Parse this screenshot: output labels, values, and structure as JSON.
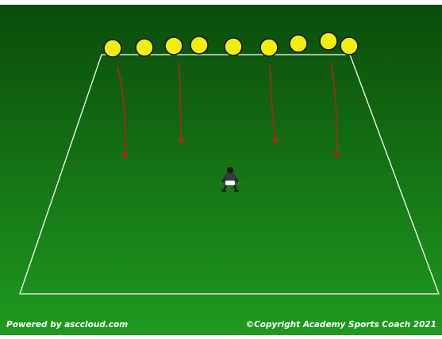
{
  "diagram": {
    "background_color_light": "#1f9a1f",
    "background_color_dark": "#0a4c0a",
    "pitch_line_color": "#ffffff",
    "ball_color": "#f2ee0c",
    "arrow_color": "#b0241a",
    "balls": [
      {
        "name": "ball-1"
      },
      {
        "name": "ball-2"
      },
      {
        "name": "ball-3"
      },
      {
        "name": "ball-4"
      },
      {
        "name": "ball-5"
      },
      {
        "name": "ball-6"
      },
      {
        "name": "ball-7"
      },
      {
        "name": "ball-8"
      },
      {
        "name": "ball-9"
      }
    ],
    "arrows": [
      {
        "name": "run-arrow-1"
      },
      {
        "name": "run-arrow-2"
      },
      {
        "name": "run-arrow-3"
      },
      {
        "name": "run-arrow-4"
      }
    ],
    "player_icon": "goalkeeper-icon"
  },
  "footer": {
    "left_text": "Powered by asccloud.com",
    "right_text": "©Copyright Academy Sports Coach 2021"
  }
}
